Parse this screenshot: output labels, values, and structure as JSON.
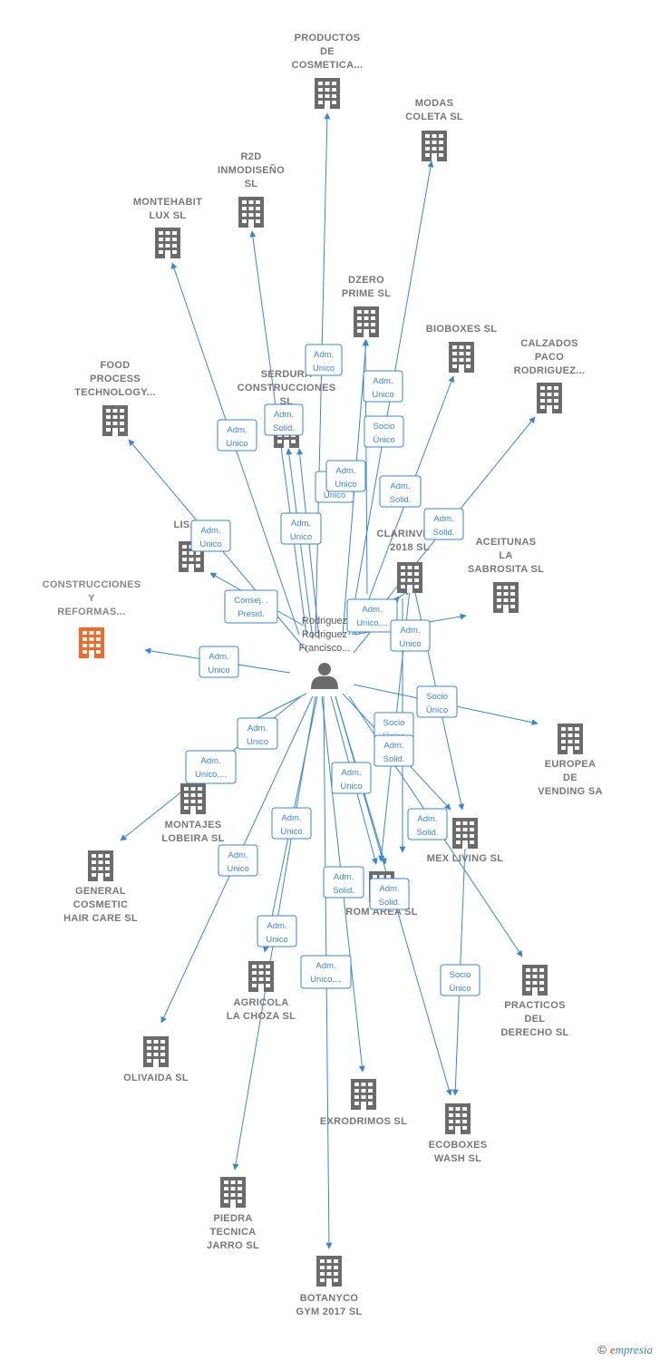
{
  "colors": {
    "edge": "#3a86d6",
    "building": "#6b6b6b",
    "building_highlight": "#f06a2c",
    "person": "#6b6b6b"
  },
  "person": {
    "lines": [
      "Rodriguez",
      "Rodriguez",
      "Francisco..."
    ],
    "icon": "person-icon"
  },
  "nodes": [
    {
      "id": "productos",
      "lines": [
        "PRODUCTOS",
        "DE",
        "COSMETICA..."
      ]
    },
    {
      "id": "modas",
      "lines": [
        "MODAS",
        "COLETA  SL"
      ]
    },
    {
      "id": "r2d",
      "lines": [
        "R2D",
        "INMODISEÑO",
        "SL"
      ]
    },
    {
      "id": "montehabit",
      "lines": [
        "MONTEHABIT",
        "LUX  SL"
      ]
    },
    {
      "id": "dzero",
      "lines": [
        "DZERO",
        "PRIME  SL"
      ]
    },
    {
      "id": "bioboxes",
      "lines": [
        "BIOBOXES  SL"
      ]
    },
    {
      "id": "calzados",
      "lines": [
        "CALZADOS",
        "PACO",
        "RODRIGUEZ..."
      ]
    },
    {
      "id": "food",
      "lines": [
        "FOOD",
        "PROCESS",
        "TECHNOLOGY..."
      ]
    },
    {
      "id": "serdura",
      "lines": [
        "SERDURA",
        "CONSTRUCCIONES",
        "SL"
      ]
    },
    {
      "id": "lisami",
      "lines": [
        "LISAMI"
      ]
    },
    {
      "id": "clarinvest",
      "lines": [
        "CLARINVEST",
        "2018  SL"
      ]
    },
    {
      "id": "aceitunas",
      "lines": [
        "ACEITUNAS",
        "LA",
        "SABROSITA  SL"
      ]
    },
    {
      "id": "construcciones",
      "lines": [
        "CONSTRUCCIONES",
        "Y",
        "REFORMAS..."
      ],
      "highlight": true
    },
    {
      "id": "europea",
      "lines": [
        "EUROPEA",
        "DE",
        "VENDING SA"
      ]
    },
    {
      "id": "montajes",
      "lines": [
        "MONTAJES",
        "LOBEIRA SL"
      ]
    },
    {
      "id": "general",
      "lines": [
        "GENERAL",
        "COSMETIC",
        "HAIR CARE  SL"
      ]
    },
    {
      "id": "mexliving",
      "lines": [
        "MEX LIVING  SL"
      ]
    },
    {
      "id": "romarea",
      "lines": [
        "ROM AREA  SL"
      ]
    },
    {
      "id": "agricola",
      "lines": [
        "AGRICOLA",
        "LA CHOZA SL"
      ]
    },
    {
      "id": "practicos",
      "lines": [
        "PRACTICOS",
        "DEL",
        "DERECHO SL"
      ]
    },
    {
      "id": "olivaida",
      "lines": [
        "OLIVAIDA SL"
      ]
    },
    {
      "id": "exrodrimos",
      "lines": [
        "EXRODRIMOS SL"
      ]
    },
    {
      "id": "ecoboxes",
      "lines": [
        "ECOBOXES",
        "WASH  SL"
      ]
    },
    {
      "id": "piedra",
      "lines": [
        "PIEDRA",
        "TECNICA",
        "JARRO SL"
      ]
    },
    {
      "id": "botanyco",
      "lines": [
        "BOTANYCO",
        "GYM 2017  SL"
      ]
    }
  ],
  "edge_labels": [
    {
      "id": "l_productos",
      "lines": [
        "Adm.",
        "Unico"
      ]
    },
    {
      "id": "l_dzero",
      "lines": [
        "Adm.",
        "Unico"
      ]
    },
    {
      "id": "l_serdura",
      "lines": [
        "Adm.",
        "Solid."
      ]
    },
    {
      "id": "l_montehabit",
      "lines": [
        "Adm.",
        "Unico"
      ]
    },
    {
      "id": "l_modas",
      "lines": [
        "Socio",
        "Único"
      ]
    },
    {
      "id": "l_r2d_a",
      "lines": [
        "S...",
        "Unico"
      ]
    },
    {
      "id": "l_r2d_b",
      "lines": [
        "Adm.",
        "Unico"
      ]
    },
    {
      "id": "l_bioboxes",
      "lines": [
        "Adm.",
        "Solid."
      ]
    },
    {
      "id": "l_calzados",
      "lines": [
        "Adm.",
        "Solid."
      ]
    },
    {
      "id": "l_lisami",
      "lines": [
        "Adm.",
        "Unico"
      ]
    },
    {
      "id": "l_food",
      "lines": [
        "Adm.",
        "Unico"
      ]
    },
    {
      "id": "l_consej",
      "lines": [
        "Consej. .",
        "Presid."
      ]
    },
    {
      "id": "l_aceitunas",
      "lines": [
        "Adm.",
        "Unico,..."
      ]
    },
    {
      "id": "l_clarinvest",
      "lines": [
        "Adm.",
        "Unico"
      ]
    },
    {
      "id": "l_construcciones",
      "lines": [
        "Adm.",
        "Unico"
      ]
    },
    {
      "id": "l_europea",
      "lines": [
        "Socio",
        "Único"
      ]
    },
    {
      "id": "l_montajes",
      "lines": [
        "Adm.",
        "Unico"
      ]
    },
    {
      "id": "l_general",
      "lines": [
        "Adm.",
        "Unico,..."
      ]
    },
    {
      "id": "l_mex_a",
      "lines": [
        "Socio",
        "Único"
      ]
    },
    {
      "id": "l_mex_b",
      "lines": [
        "Adm.",
        "Solid."
      ]
    },
    {
      "id": "l_romarea_a",
      "lines": [
        "Adm.",
        "Unico"
      ]
    },
    {
      "id": "l_practicos",
      "lines": [
        "Adm.",
        "Solid."
      ]
    },
    {
      "id": "l_agricola",
      "lines": [
        "Adm.",
        "Unico"
      ]
    },
    {
      "id": "l_olivaida",
      "lines": [
        "Adm.",
        "Unico"
      ]
    },
    {
      "id": "l_romarea_b",
      "lines": [
        "Adm.",
        "Solid."
      ]
    },
    {
      "id": "l_romarea_c",
      "lines": [
        "Adm.",
        "Solid."
      ]
    },
    {
      "id": "l_piedra",
      "lines": [
        "Adm.",
        "Unico"
      ]
    },
    {
      "id": "l_exrodrimos",
      "lines": [
        "Adm.",
        "Unico,..."
      ]
    },
    {
      "id": "l_ecoboxes",
      "lines": [
        "Socio",
        "Único"
      ]
    }
  ],
  "footer": {
    "copyright": "©",
    "brand_e": "e",
    "brand_rest": "mpresia"
  }
}
